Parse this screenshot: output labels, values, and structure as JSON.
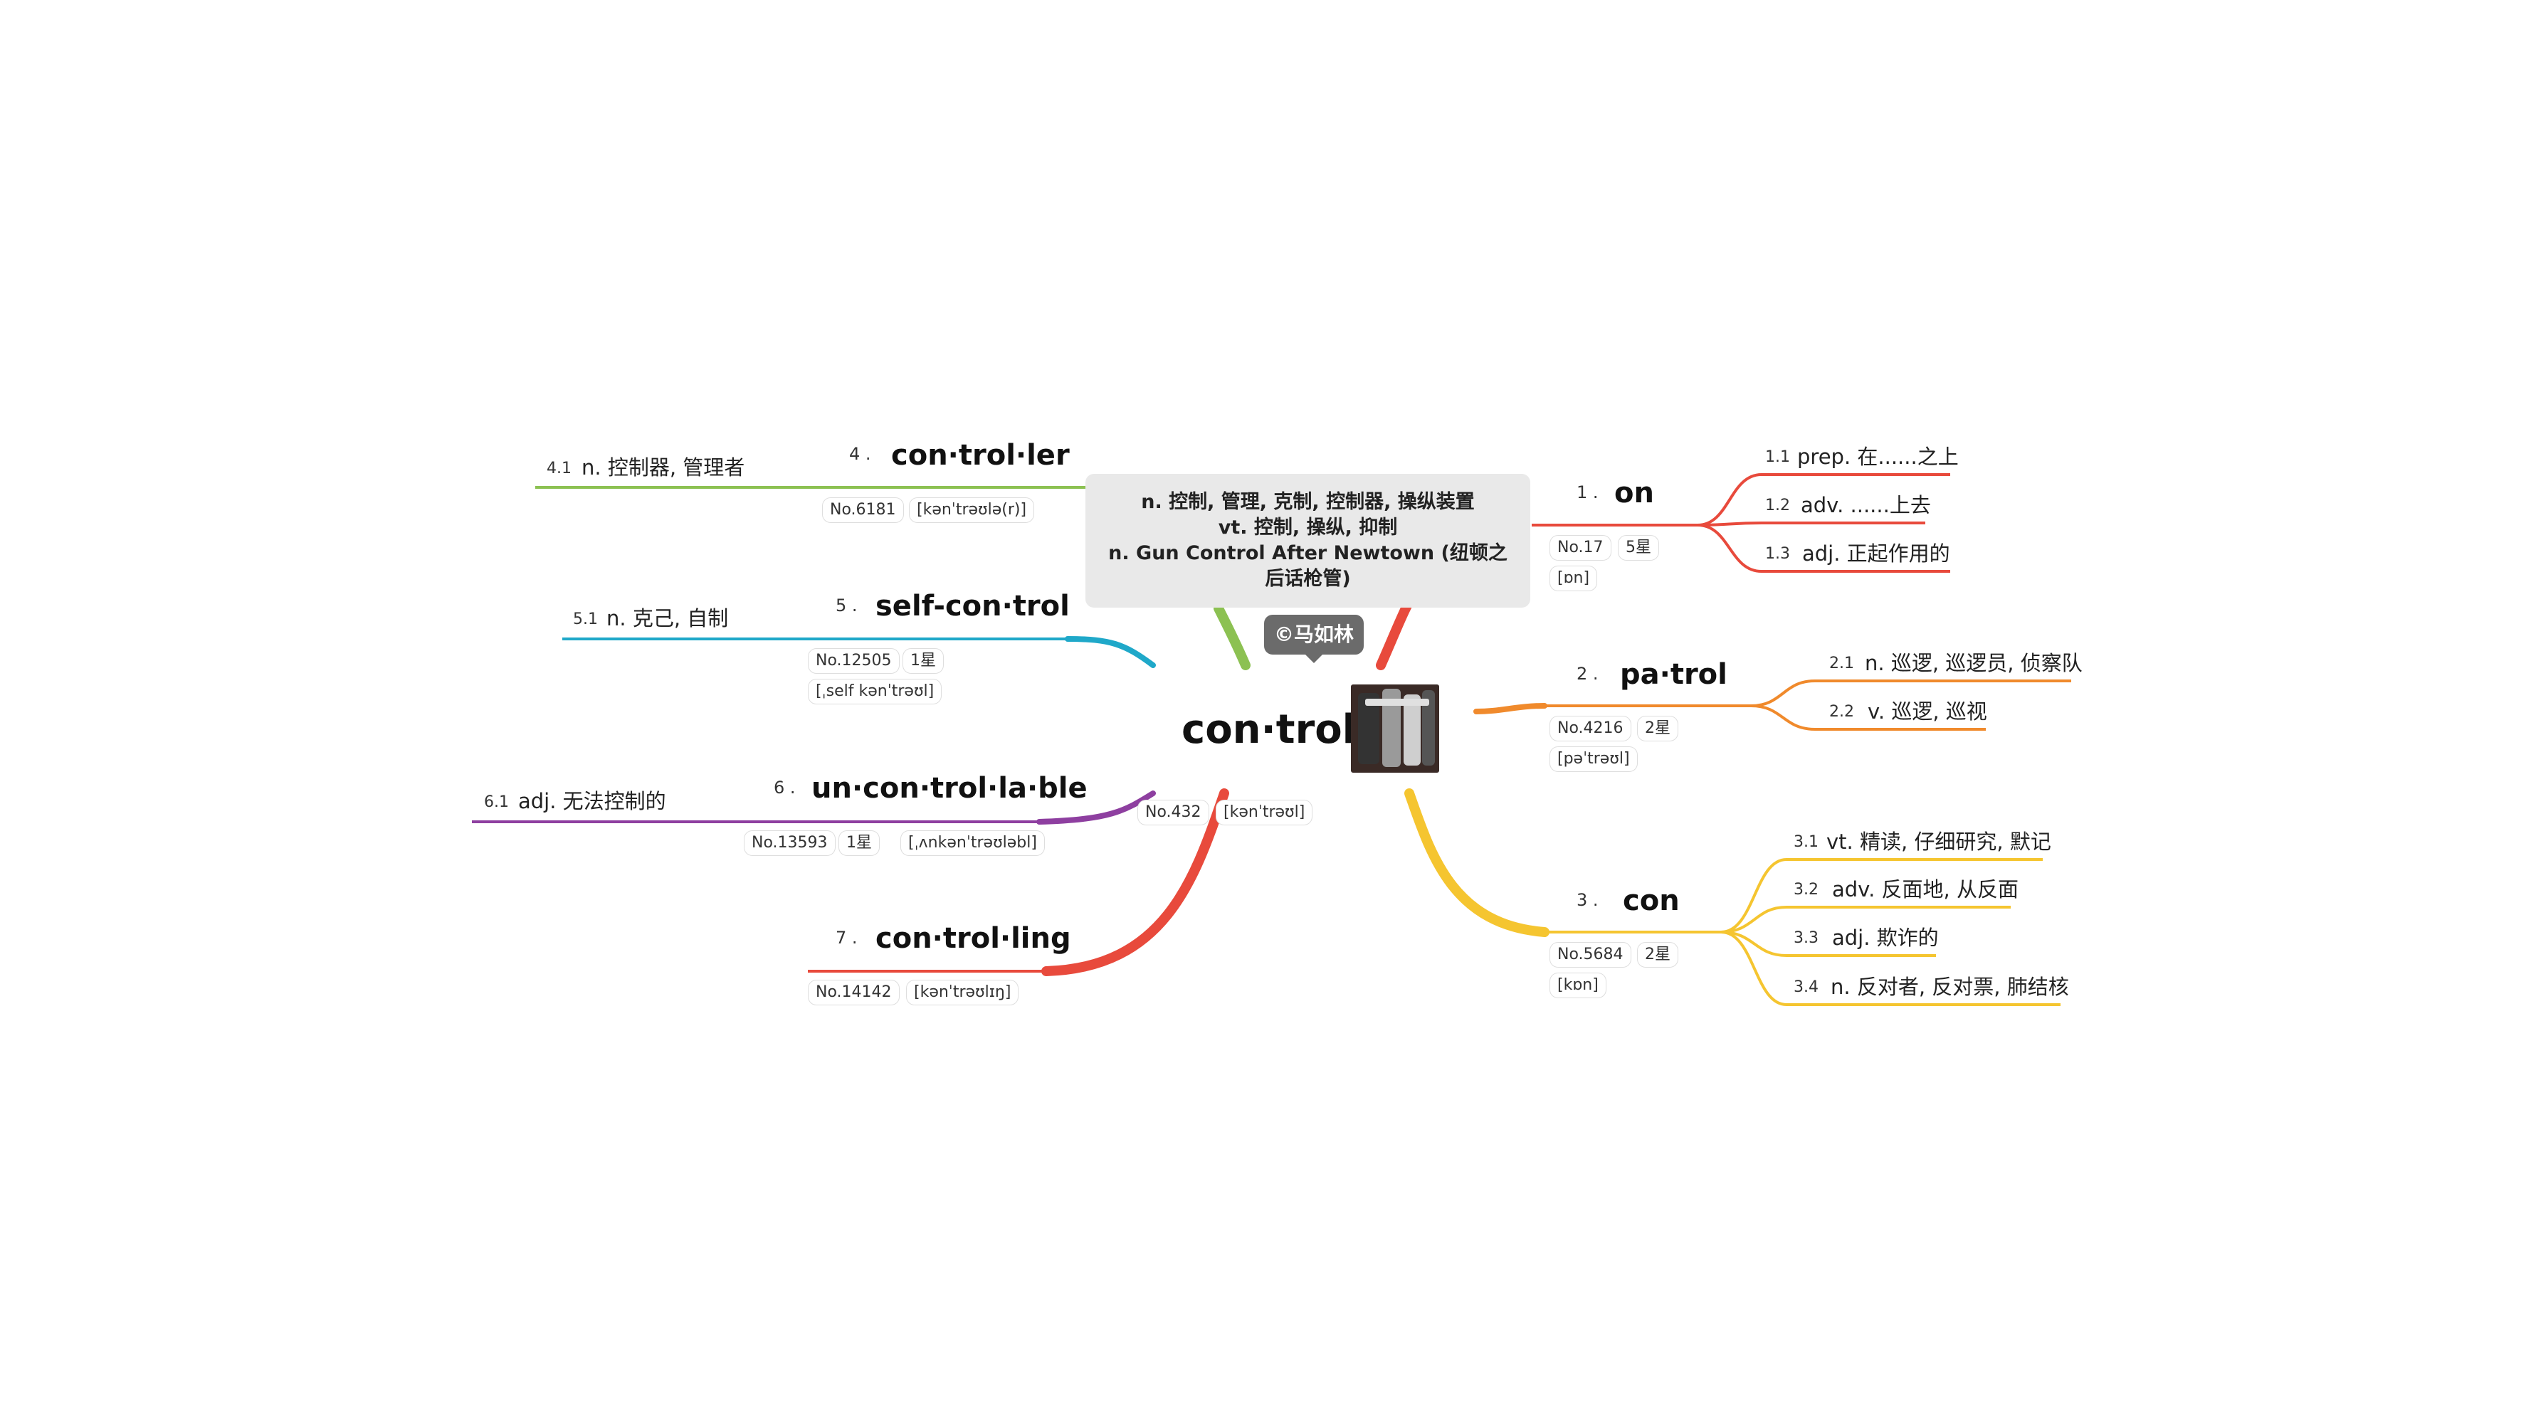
{
  "central": {
    "word": "con·trol",
    "rank": "No.432",
    "phonetic": "[kənˈtrəʊl]",
    "definitions": [
      "n. 控制, 管理, 克制, 控制器, 操纵装置",
      "vt. 控制, 操纵, 抑制",
      "n. Gun Control After Newtown (纽顿之后话枪管)"
    ],
    "author": "©马如林",
    "image": "remote-controls-photo"
  },
  "branches": [
    {
      "index": "1 .",
      "word": "on",
      "color": "#e84a3c",
      "rank": "No.17",
      "stars": "5星",
      "phonetic": "[ɒn]",
      "senses": [
        {
          "num": "1.1",
          "text": "prep. 在......之上"
        },
        {
          "num": "1.2",
          "text": "adv. ......上去"
        },
        {
          "num": "1.3",
          "text": "adj. 正起作用的"
        }
      ]
    },
    {
      "index": "2 .",
      "word": "pa·trol",
      "color": "#f08a2c",
      "rank": "No.4216",
      "stars": "2星",
      "phonetic": "[pəˈtrəʊl]",
      "senses": [
        {
          "num": "2.1",
          "text": "n. 巡逻, 巡逻员, 侦察队"
        },
        {
          "num": "2.2",
          "text": "v. 巡逻, 巡视"
        }
      ]
    },
    {
      "index": "3 .",
      "word": "con",
      "color": "#f5c530",
      "rank": "No.5684",
      "stars": "2星",
      "phonetic": "[kɒn]",
      "senses": [
        {
          "num": "3.1",
          "text": "vt. 精读, 仔细研究, 默记"
        },
        {
          "num": "3.2",
          "text": "adv. 反面地, 从反面"
        },
        {
          "num": "3.3",
          "text": "adj. 欺诈的"
        },
        {
          "num": "3.4",
          "text": "n. 反对者, 反对票, 肺结核"
        }
      ]
    },
    {
      "index": "4 .",
      "word": "con·trol·ler",
      "color": "#8cc152",
      "rank": "No.6181",
      "phonetic": "[kənˈtrəʊlə(r)]",
      "senses": [
        {
          "num": "4.1",
          "text": "n. 控制器, 管理者"
        }
      ]
    },
    {
      "index": "5 .",
      "word": "self-con·trol",
      "color": "#1fa8c9",
      "rank": "No.12505",
      "stars": "1星",
      "phonetic": "[ˌself kənˈtrəʊl]",
      "senses": [
        {
          "num": "5.1",
          "text": "n. 克己, 自制"
        }
      ]
    },
    {
      "index": "6 .",
      "word": "un·con·trol·la·ble",
      "color": "#8e3fa0",
      "rank": "No.13593",
      "stars": "1星",
      "phonetic": "[ˌʌnkənˈtrəʊləbl]",
      "senses": [
        {
          "num": "6.1",
          "text": "adj. 无法控制的"
        }
      ]
    },
    {
      "index": "7 .",
      "word": "con·trol·ling",
      "color": "#e84a3c",
      "rank": "No.14142",
      "phonetic": "[kənˈtrəʊlɪŋ]",
      "senses": []
    }
  ]
}
